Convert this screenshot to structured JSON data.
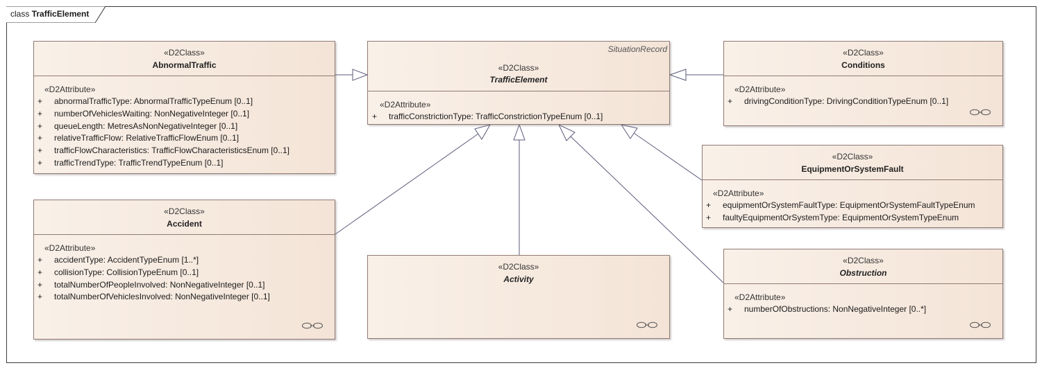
{
  "frame": {
    "keyword": "class",
    "name": "TrafficElement"
  },
  "classes": {
    "abnormal_traffic": {
      "stereotype": "«D2Class»",
      "name": "AbnormalTraffic",
      "attr_stereotype": "«D2Attribute»",
      "attributes": [
        {
          "vis": "+",
          "text": "abnormalTrafficType: AbnormalTrafficTypeEnum [0..1]"
        },
        {
          "vis": "+",
          "text": "numberOfVehiclesWaiting: NonNegativeInteger [0..1]"
        },
        {
          "vis": "+",
          "text": "queueLength: MetresAsNonNegativeInteger [0..1]"
        },
        {
          "vis": "+",
          "text": "relativeTrafficFlow: RelativeTrafficFlowEnum [0..1]"
        },
        {
          "vis": "+",
          "text": "trafficFlowCharacteristics: TrafficFlowCharacteristicsEnum [0..1]"
        },
        {
          "vis": "+",
          "text": "trafficTrendType: TrafficTrendTypeEnum [0..1]"
        }
      ]
    },
    "traffic_element": {
      "parent": "SituationRecord",
      "stereotype": "«D2Class»",
      "name": "TrafficElement",
      "abstract": true,
      "attr_stereotype": "«D2Attribute»",
      "attributes": [
        {
          "vis": "+",
          "text": "trafficConstrictionType: TrafficConstrictionTypeEnum [0..1]"
        }
      ]
    },
    "conditions": {
      "stereotype": "«D2Class»",
      "name": "Conditions",
      "attr_stereotype": "«D2Attribute»",
      "attributes": [
        {
          "vis": "+",
          "text": "drivingConditionType: DrivingConditionTypeEnum [0..1]"
        }
      ]
    },
    "equipment_fault": {
      "stereotype": "«D2Class»",
      "name": "EquipmentOrSystemFault",
      "attr_stereotype": "«D2Attribute»",
      "attributes": [
        {
          "vis": "+",
          "text": "equipmentOrSystemFaultType: EquipmentOrSystemFaultTypeEnum"
        },
        {
          "vis": "+",
          "text": "faultyEquipmentOrSystemType: EquipmentOrSystemTypeEnum"
        }
      ]
    },
    "accident": {
      "stereotype": "«D2Class»",
      "name": "Accident",
      "attr_stereotype": "«D2Attribute»",
      "attributes": [
        {
          "vis": "+",
          "text": "accidentType: AccidentTypeEnum [1..*]"
        },
        {
          "vis": "+",
          "text": "collisionType: CollisionTypeEnum [0..1]"
        },
        {
          "vis": "+",
          "text": "totalNumberOfPeopleInvolved: NonNegativeInteger [0..1]"
        },
        {
          "vis": "+",
          "text": "totalNumberOfVehiclesInvolved: NonNegativeInteger [0..1]"
        }
      ]
    },
    "activity": {
      "stereotype": "«D2Class»",
      "name": "Activity",
      "abstract": true
    },
    "obstruction": {
      "stereotype": "«D2Class»",
      "name": "Obstruction",
      "abstract": true,
      "attr_stereotype": "«D2Attribute»",
      "attributes": [
        {
          "vis": "+",
          "text": "numberOfObstructions: NonNegativeInteger [0..*]"
        }
      ]
    }
  },
  "icons": {
    "link": "link-chain-icon",
    "generalization": "hollow-triangle-arrow"
  },
  "colors": {
    "class_fill_left": "#f9f0e8",
    "class_fill_right": "#f4e4d7",
    "class_border": "#8f7a74",
    "connector": "#5a5a7a"
  }
}
